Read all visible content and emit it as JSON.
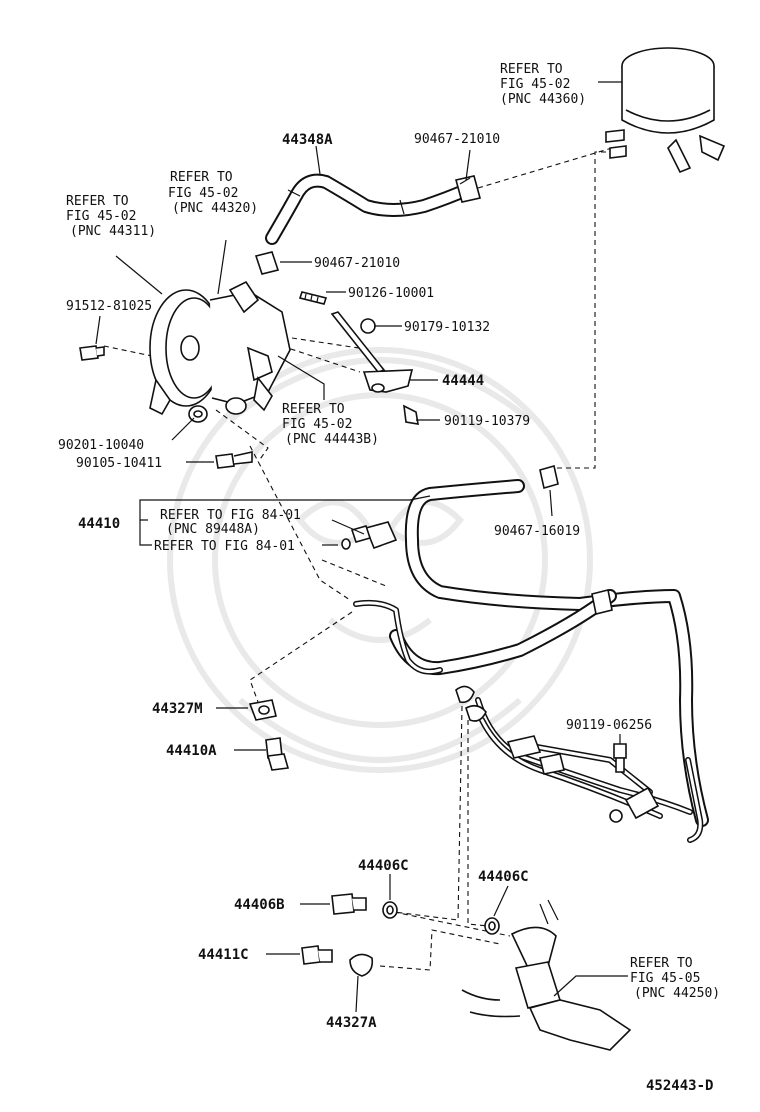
{
  "callouts": {
    "reservoir": [
      "REFER TO",
      "FIG 45-02",
      "(PNC 44360)"
    ],
    "pump": [
      "REFER TO",
      "FIG 45-02",
      "(PNC 44320)"
    ],
    "pulley": [
      "REFER TO",
      "FIG 45-02",
      "(PNC 44311)"
    ],
    "bracket": [
      "REFER TO",
      "FIG 45-02",
      "(PNC 44443B)"
    ],
    "gear": [
      "REFER TO",
      "FIG 45-05",
      "(PNC 44250)"
    ],
    "switch_a": "REFER TO FIG 84-01",
    "switch_a_pnc": "(PNC 89448A)",
    "switch_b": "REFER TO FIG 84-01"
  },
  "parts": {
    "p44348A": "44348A",
    "p90467_21010_a": "90467-21010",
    "p90467_21010_b": "90467-21010",
    "p90126": "90126-10001",
    "p91512": "91512-81025",
    "p90179": "90179-10132",
    "p44444": "44444",
    "p90119_10379": "90119-10379",
    "p90201": "90201-10040",
    "p90105": "90105-10411",
    "p90467_16019": "90467-16019",
    "p44410": "44410",
    "p44327M": "44327M",
    "p44410A": "44410A",
    "p90119_06256": "90119-06256",
    "p44406C_a": "44406C",
    "p44406C_b": "44406C",
    "p44406B": "44406B",
    "p44411C": "44411C",
    "p44327A": "44327A"
  },
  "figure_id": "452443-D"
}
